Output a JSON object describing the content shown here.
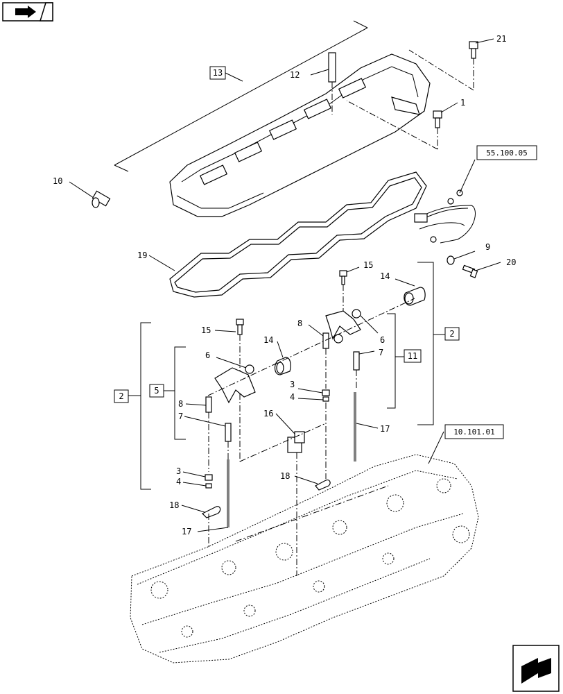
{
  "nav": {
    "top_icon": "back-arrow-icon",
    "bottom_icon": "forward-arrow-icon"
  },
  "callouts": {
    "c1": "1",
    "c2a": "2",
    "c2b": "2",
    "c3a": "3",
    "c3b": "3",
    "c4a": "4",
    "c4b": "4",
    "c5": "5",
    "c6a": "6",
    "c6b": "6",
    "c7a": "7",
    "c7b": "7",
    "c8a": "8",
    "c8b": "8",
    "c9": "9",
    "c10": "10",
    "c11": "11",
    "c12": "12",
    "c13": "13",
    "c14a": "14",
    "c14b": "14",
    "c15a": "15",
    "c15b": "15",
    "c16": "16",
    "c17a": "17",
    "c17b": "17",
    "c18a": "18",
    "c18b": "18",
    "c19": "19",
    "c20": "20",
    "c21": "21"
  },
  "refs": {
    "harness": "55.100.05",
    "cylinder_head": "10.101.01"
  }
}
